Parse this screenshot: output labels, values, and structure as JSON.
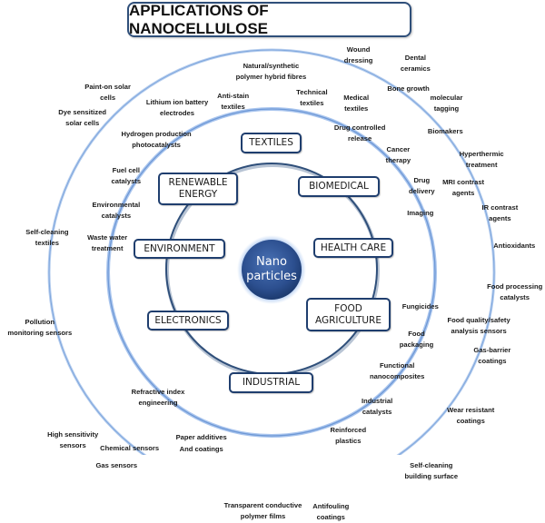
{
  "title": "APPLICATIONS OF NANOCELLULOSE",
  "center": {
    "line1": "Nano",
    "line2": "particles"
  },
  "colors": {
    "inner_ring": "#2f4f7a",
    "outer_rings": "#8fb4e6",
    "center_fill": "#2c4f8f",
    "box_border": "#1f3e6e"
  },
  "categories": [
    {
      "id": "textiles",
      "lines": [
        "TEXTILES"
      ]
    },
    {
      "id": "renewable-energy",
      "lines": [
        "RENEWABLE",
        "ENERGY"
      ]
    },
    {
      "id": "biomedical",
      "lines": [
        "BIOMEDICAL"
      ]
    },
    {
      "id": "environment",
      "lines": [
        "ENVIRONMENT"
      ]
    },
    {
      "id": "health-care",
      "lines": [
        "HEALTH CARE"
      ]
    },
    {
      "id": "electronics",
      "lines": [
        "ELECTRONICS"
      ]
    },
    {
      "id": "food-agriculture",
      "lines": [
        "FOOD",
        "AGRICULTURE"
      ]
    },
    {
      "id": "industrial",
      "lines": [
        "INDUSTRIAL"
      ]
    }
  ],
  "applications": [
    {
      "lines": [
        "Wound",
        "dressing"
      ]
    },
    {
      "lines": [
        "Dental",
        "ceramics"
      ]
    },
    {
      "lines": [
        "Natural/synthetic",
        "polymer hybrid fibres"
      ]
    },
    {
      "lines": [
        "Paint-on solar",
        "cells"
      ]
    },
    {
      "lines": [
        "Bone growth"
      ]
    },
    {
      "lines": [
        "molecular",
        "tagging"
      ]
    },
    {
      "lines": [
        "Lithium ion battery",
        "electrodes"
      ]
    },
    {
      "lines": [
        "Anti-stain",
        "textiles"
      ]
    },
    {
      "lines": [
        "Technical",
        "textiles"
      ]
    },
    {
      "lines": [
        "Medical",
        "textiles"
      ]
    },
    {
      "lines": [
        "Dye sensitized",
        "solar cells"
      ]
    },
    {
      "lines": [
        "Hydrogen production",
        "photocatalysts"
      ]
    },
    {
      "lines": [
        "Drug controlled",
        "release"
      ]
    },
    {
      "lines": [
        "Biomakers"
      ]
    },
    {
      "lines": [
        "Cancer",
        "therapy"
      ]
    },
    {
      "lines": [
        "Hyperthermic",
        "treatment"
      ]
    },
    {
      "lines": [
        "Fuel cell",
        "catalysts"
      ]
    },
    {
      "lines": [
        "Drug",
        "delivery"
      ]
    },
    {
      "lines": [
        "MRI contrast",
        "agents"
      ]
    },
    {
      "lines": [
        "Environmental",
        "catalysts"
      ]
    },
    {
      "lines": [
        "IR contrast",
        "agents"
      ]
    },
    {
      "lines": [
        "Imaging"
      ]
    },
    {
      "lines": [
        "Self-cleaning",
        "textiles"
      ]
    },
    {
      "lines": [
        "Waste water",
        "treatment"
      ]
    },
    {
      "lines": [
        "Antioxidants"
      ]
    },
    {
      "lines": [
        "Food processing",
        "catalysts"
      ]
    },
    {
      "lines": [
        "Fungicides"
      ]
    },
    {
      "lines": [
        "Pollution",
        "monitoring sensors"
      ]
    },
    {
      "lines": [
        "Food quality/safety",
        "analysis sensors"
      ]
    },
    {
      "lines": [
        "Food",
        "packaging"
      ]
    },
    {
      "lines": [
        "Gas-barrier",
        "coatings"
      ]
    },
    {
      "lines": [
        "Functional",
        "nanocomposites"
      ]
    },
    {
      "lines": [
        "Refractive index",
        "engineering"
      ]
    },
    {
      "lines": [
        "Industrial",
        "catalysts"
      ]
    },
    {
      "lines": [
        "Wear resistant",
        "coatings"
      ]
    },
    {
      "lines": [
        "Reinforced",
        "plastics"
      ]
    },
    {
      "lines": [
        "High sensitivity",
        "sensors"
      ]
    },
    {
      "lines": [
        "Chemical sensors"
      ]
    },
    {
      "lines": [
        "Paper additives",
        "And coatings"
      ]
    },
    {
      "lines": [
        "Gas sensors"
      ]
    },
    {
      "lines": [
        "Self-cleaning",
        "building surface"
      ]
    },
    {
      "lines": [
        "Transparent conductive",
        "polymer films"
      ]
    },
    {
      "lines": [
        "Antifouling",
        "coatings"
      ]
    }
  ]
}
